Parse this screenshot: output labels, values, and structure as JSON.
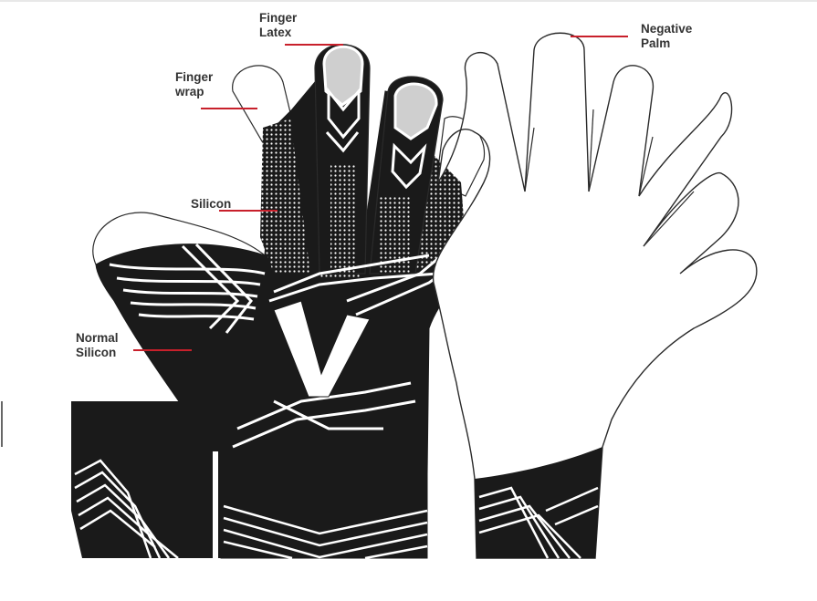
{
  "labels": {
    "finger_latex": "Finger\nLatex",
    "finger_wrap": "Finger\nwrap",
    "silicon": "Silicon",
    "normal_silicon": "Normal\nSilicon",
    "negative_palm": "Negative\nPalm"
  },
  "colors": {
    "glove_black": "#1a1a1a",
    "line_white": "#ffffff",
    "outline": "#2b2b2b",
    "latex_grey": "#cfcfcf",
    "leader_red": "#c8202b"
  },
  "logo_letter": "V"
}
